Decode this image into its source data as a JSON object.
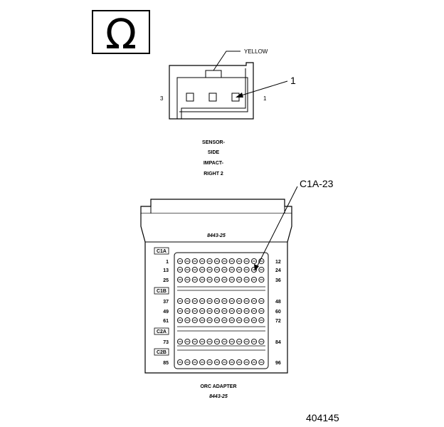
{
  "ohm_symbol": "Ω",
  "connector": {
    "wire_color_label": "YELLOW",
    "callout_label": "1",
    "pin_labels": [
      "3",
      "1"
    ],
    "name_lines": [
      "SENSOR-",
      "SIDE",
      "IMPACT-",
      "RIGHT 2"
    ]
  },
  "adapter": {
    "callout_label": "C1A-23",
    "part_number_top": "8443-25",
    "sections": [
      {
        "label": "C1A",
        "row_numbers": [
          [
            "1",
            "12"
          ],
          [
            "13",
            "24"
          ],
          [
            "25",
            "36"
          ]
        ]
      },
      {
        "label": "C1B",
        "row_numbers": [
          [
            "37",
            "48"
          ],
          [
            "49",
            "60"
          ],
          [
            "61",
            "72"
          ]
        ]
      },
      {
        "label": "C2A",
        "row_numbers": [
          [
            "73",
            "84"
          ]
        ]
      },
      {
        "label": "C2B",
        "row_numbers": [
          [
            "85",
            "96"
          ]
        ]
      }
    ],
    "caption_lines": [
      "ORC ADAPTER",
      "8443-25"
    ]
  },
  "figure_number": "404145"
}
